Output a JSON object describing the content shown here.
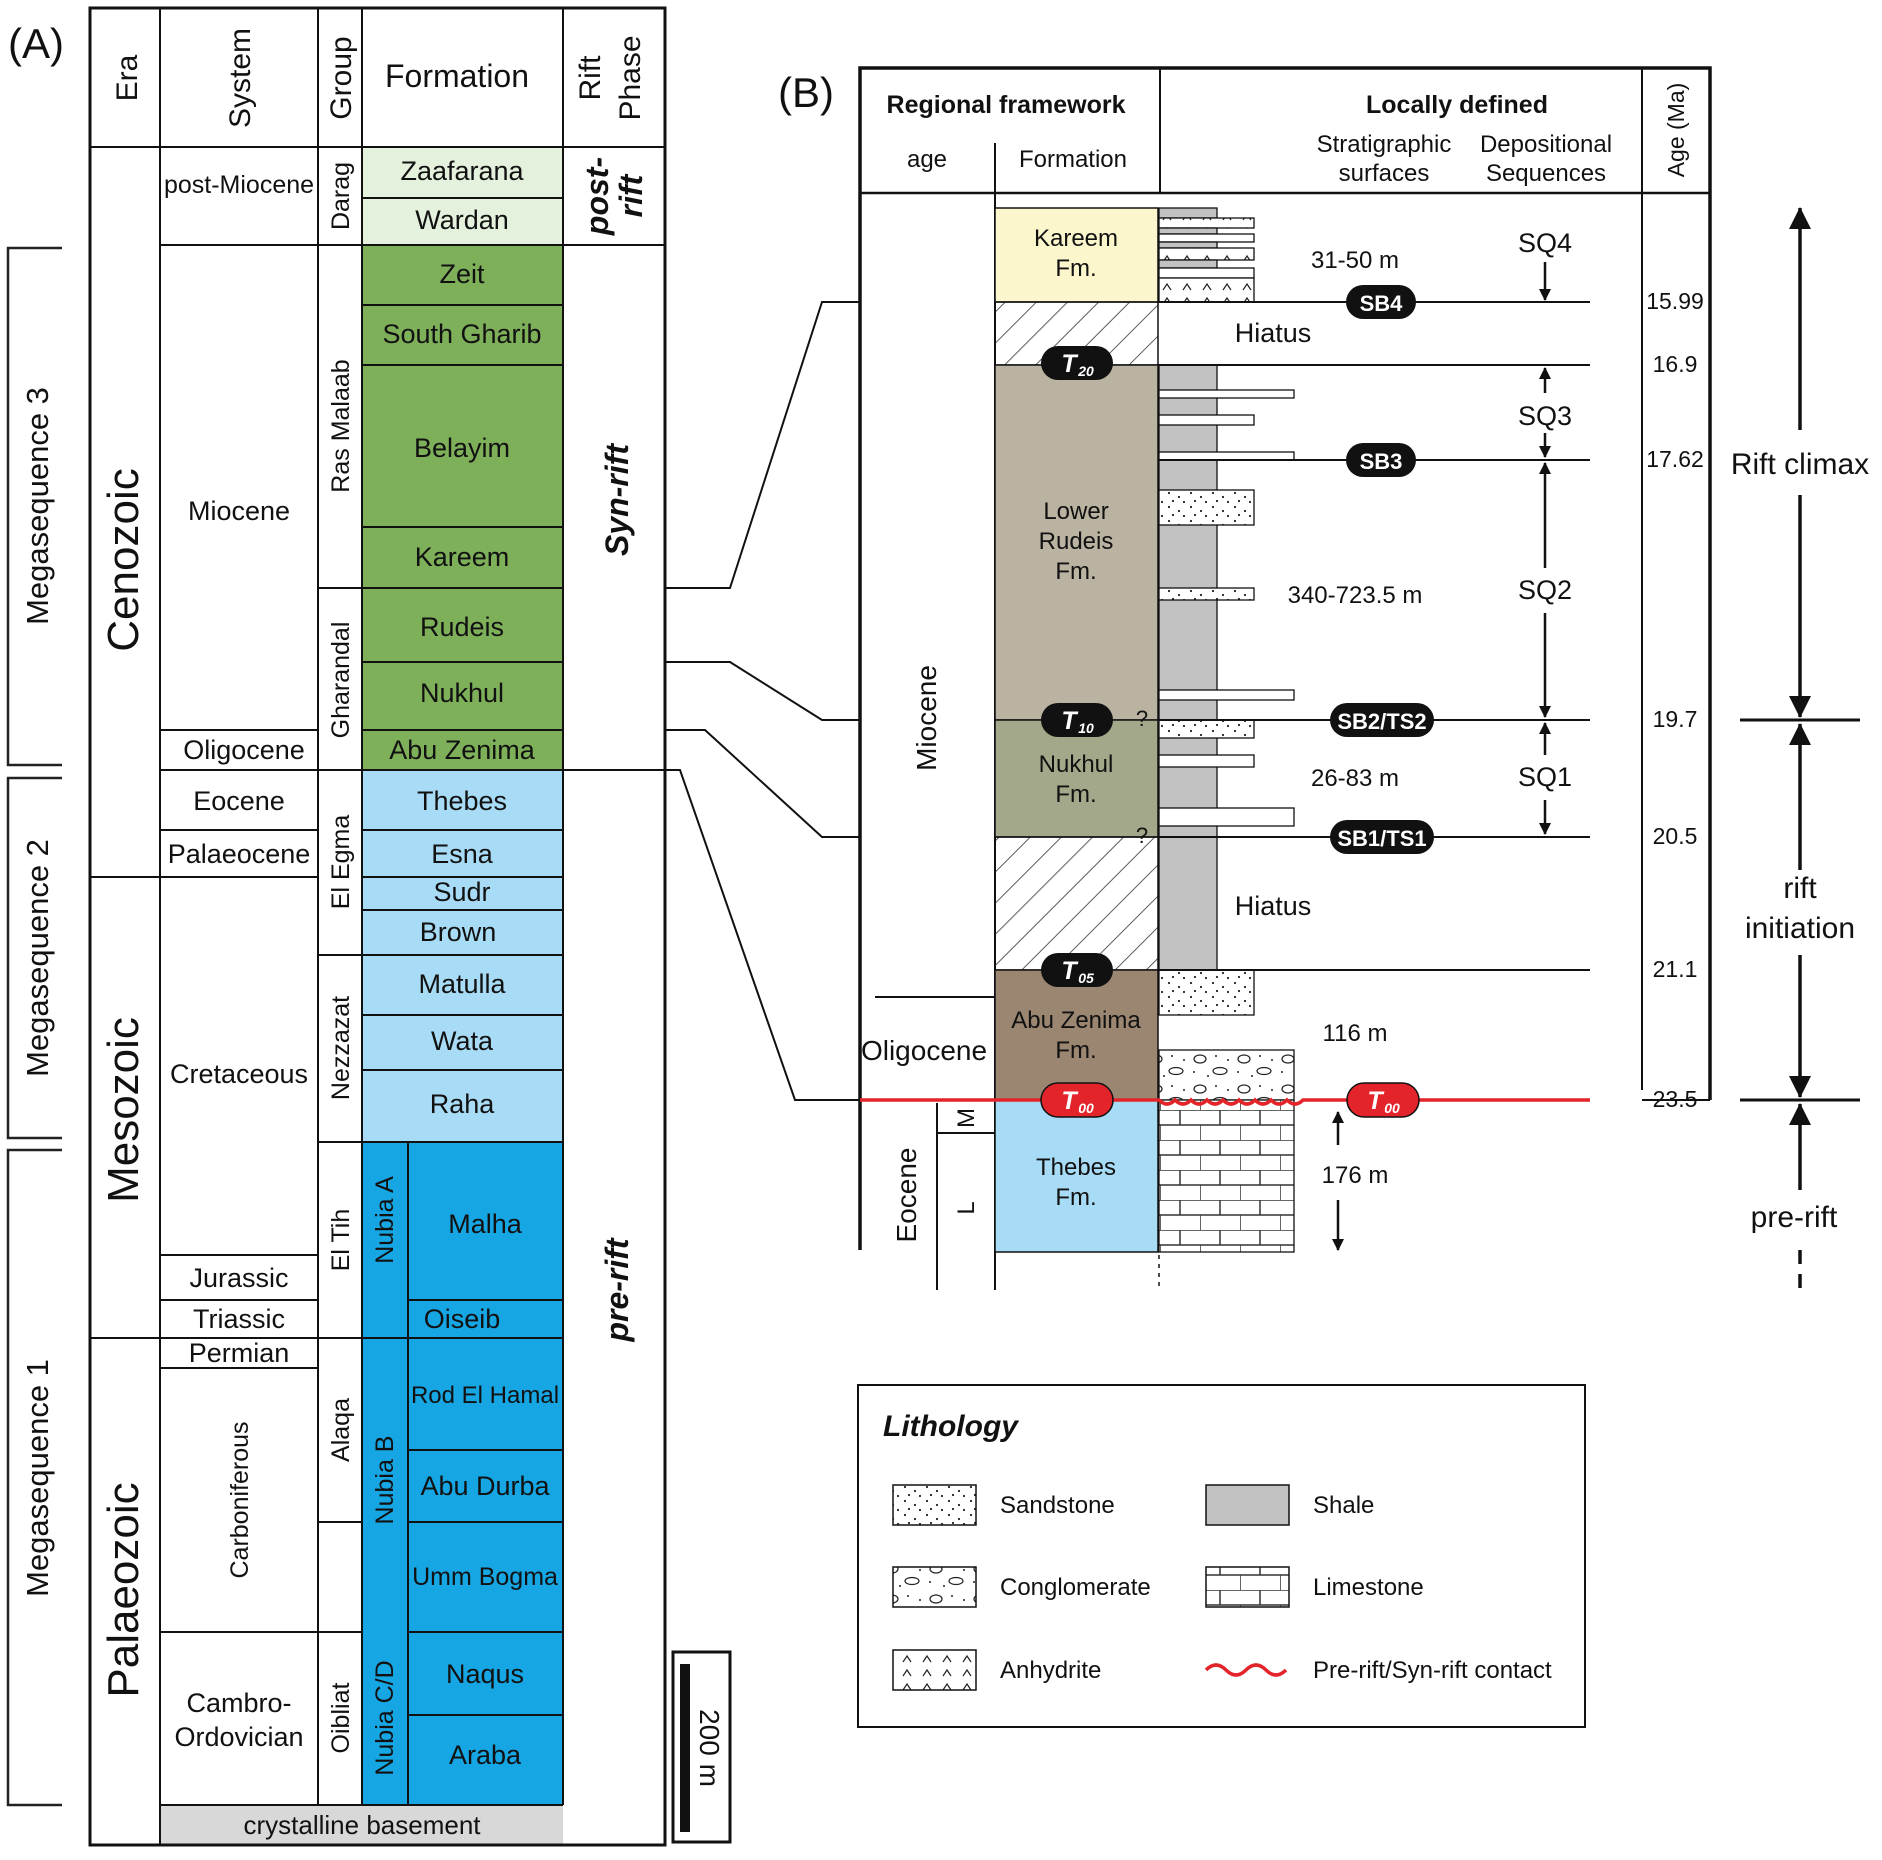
{
  "panel_a": {
    "label": "(A)",
    "headers": {
      "era": "Era",
      "system": "System",
      "group": "Group",
      "formation": "Formation",
      "rift_phase_1": "Rift",
      "rift_phase_2": "Phase"
    },
    "eras": [
      "Cenozoic",
      "Mesozoic",
      "Palaeozoic"
    ],
    "megasequences": [
      "Megasequence 3",
      "Megasequence 2",
      "Megasequence 1"
    ],
    "systems": [
      "post-Miocene",
      "Miocene",
      "Oligocene",
      "Eocene",
      "Palaeocene",
      "Cretaceous",
      "Jurassic",
      "Triassic",
      "Permian",
      "Carboniferous",
      "Cambro-",
      "Ordovician"
    ],
    "basement": "crystalline basement",
    "groups": [
      "Darag",
      "Ras Malaab",
      "Gharandal",
      "El Egma",
      "Nezzazat",
      "El Tih",
      "Alaqa",
      "Oibliat"
    ],
    "subgroups": [
      "Nubia A",
      "Nubia B",
      "Nubia C/D"
    ],
    "formations": [
      "Zaafarana",
      "Wardan",
      "Zeit",
      "South Gharib",
      "Belayim",
      "Kareem",
      "Rudeis",
      "Nukhul",
      "Abu Zenima",
      "Thebes",
      "Esna",
      "Sudr",
      "Brown",
      "Matulla",
      "Wata",
      "Raha",
      "Malha",
      "Oiseib",
      "Rod El Hamal",
      "Abu Durba",
      "Umm Bogma",
      "Naqus",
      "Araba"
    ],
    "rift_phases": {
      "post_1": "post-",
      "post_2": "rift",
      "syn": "Syn-rift",
      "pre": "pre-rift"
    },
    "scale_bar": "200 m",
    "colors": {
      "post_rift": "#e4f1dc",
      "syn_rift": "#7eb05a",
      "pre_rift_light": "#a8dcf6",
      "pre_rift_dark": "#16a6e4",
      "basement": "#d8d8d8"
    }
  },
  "panel_b": {
    "label": "(B)",
    "headers": {
      "regional": "Regional framework",
      "age": "age",
      "formation": "Formation",
      "local": "Locally defined",
      "strat_1": "Stratigraphic",
      "strat_2": "surfaces",
      "dep_1": "Depositional",
      "dep_2": "Sequences",
      "age_ma": "Age (Ma)"
    },
    "epochs": {
      "miocene": "Miocene",
      "oligocene": "Oligocene",
      "eocene": "Eocene",
      "m": "M",
      "l": "L"
    },
    "formations": {
      "kareem_1": "Kareem",
      "kareem_2": "Fm.",
      "rudeis_1": "Lower",
      "rudeis_2": "Rudeis",
      "rudeis_3": "Fm.",
      "nukhul_1": "Nukhul",
      "nukhul_2": "Fm.",
      "abu_1": "Abu Zenima",
      "abu_2": "Fm.",
      "thebes_1": "Thebes",
      "thebes_2": "Fm."
    },
    "hiatus": "Hiatus",
    "t_base": "T",
    "tops": [
      "20",
      "10",
      "05",
      "00"
    ],
    "surfaces": [
      "SB4",
      "SB3",
      "SB2/TS2",
      "SB1/TS1"
    ],
    "sequences": [
      "SQ4",
      "SQ3",
      "SQ2",
      "SQ1"
    ],
    "thicknesses": [
      "31-50 m",
      "340-723.5 m",
      "26-83 m",
      "116 m",
      "176 m"
    ],
    "ages": [
      "15.99",
      "16.9",
      "17.62",
      "19.7",
      "20.5",
      "21.1",
      "23.5"
    ],
    "qmark": "?",
    "phases": {
      "climax": "Rift climax",
      "init_1": "rift",
      "init_2": "initiation",
      "pre": "pre-rift"
    },
    "colors": {
      "kareem": "#fbf6cc",
      "rudeis": "#bab3a2",
      "nukhul": "#a4a88b",
      "abu_zenima": "#9a8671",
      "thebes": "#a8dcf6",
      "shale": "#c2c2c2",
      "contact": "#e3242b"
    }
  },
  "legend": {
    "title": "Lithology",
    "items": [
      "Sandstone",
      "Shale",
      "Conglomerate",
      "Limestone",
      "Anhydrite",
      "Pre-rift/Syn-rift contact"
    ]
  }
}
